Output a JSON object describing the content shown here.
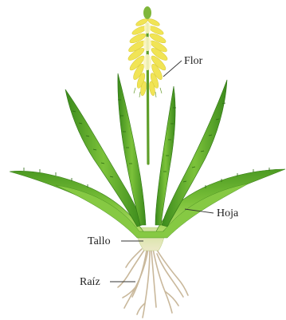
{
  "labels": {
    "flower": "Flor",
    "leaf": "Hoja",
    "stem": "Tallo",
    "root": "Raíz"
  },
  "colors": {
    "leaf_dark": "#3f8f1f",
    "leaf_mid": "#6cb52d",
    "leaf_light": "#a6d957",
    "flower_yellow": "#f3e85a",
    "flower_pale": "#fbf6b8",
    "stem_base": "#d8e6a8",
    "root": "#c8b79a"
  }
}
